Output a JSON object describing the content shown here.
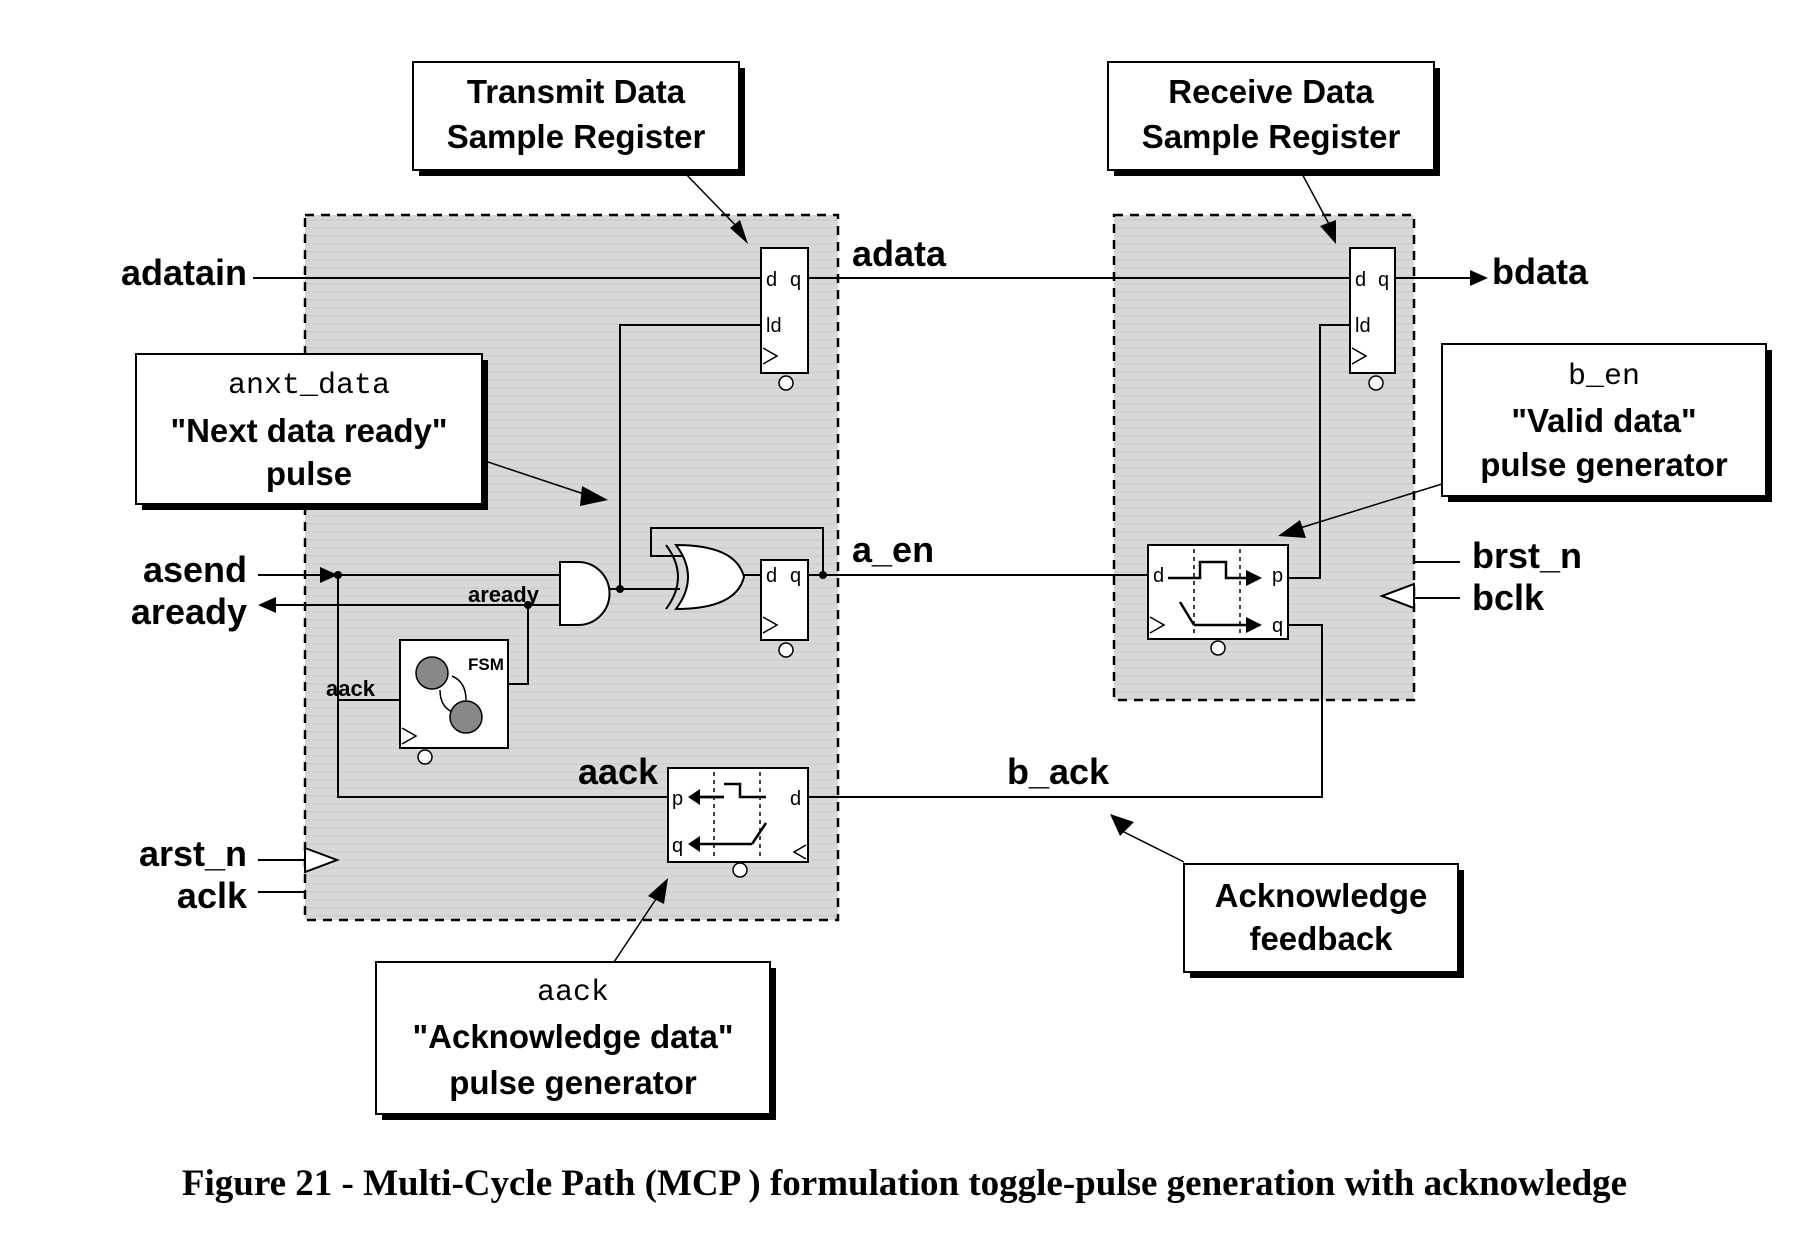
{
  "callouts": {
    "transmit": [
      "Transmit Data",
      "Sample Register"
    ],
    "receive": [
      "Receive Data",
      "Sample Register"
    ],
    "anxt": {
      "code": "anxt_data",
      "lines": [
        "\"Next data ready\"",
        "pulse"
      ]
    },
    "b_en": {
      "code": "b_en",
      "lines": [
        "\"Valid data\"",
        "pulse generator"
      ]
    },
    "aack": {
      "code": "aack",
      "lines": [
        "\"Acknowledge data\"",
        "pulse generator"
      ]
    },
    "ackfb": [
      "Acknowledge",
      "feedback"
    ]
  },
  "signals": {
    "adatain": "adatain",
    "asend": "asend",
    "aready": "aready",
    "arst_n": "arst_n",
    "aclk": "aclk",
    "adata": "adata",
    "a_en": "a_en",
    "b_ack": "b_ack",
    "bdata": "bdata",
    "brst_n": "brst_n",
    "bclk": "bclk",
    "aack_pg_out": "aack",
    "aready_internal": "aready",
    "aack_fsm_in": "aack",
    "fsm": "FSM"
  },
  "pins": {
    "d": "d",
    "q": "q",
    "ld": "ld",
    "p": "p"
  },
  "caption": "Figure 21 - Multi-Cycle Path (MCP ) formulation toggle-pulse generation with acknowledge"
}
